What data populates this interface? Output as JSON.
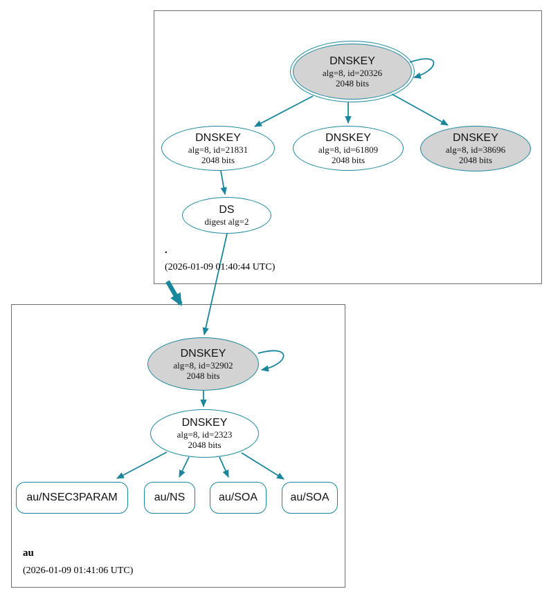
{
  "colors": {
    "edge_teal": "#19869c",
    "ksk_fill_gray": "#d3d3d3",
    "node_fill_white": "#ffffff",
    "zone_box_border": "#6b6b6b"
  },
  "zones": {
    "root": {
      "name": ".",
      "timestamp": "(2026-01-09 01:40:44 UTC)",
      "nodes": {
        "ksk": {
          "title": "DNSKEY",
          "line1": "alg=8, id=20326",
          "line2": "2048 bits"
        },
        "zsk1": {
          "title": "DNSKEY",
          "line1": "alg=8, id=21831",
          "line2": "2048 bits"
        },
        "zsk2": {
          "title": "DNSKEY",
          "line1": "alg=8, id=61809",
          "line2": "2048 bits"
        },
        "zsk3": {
          "title": "DNSKEY",
          "line1": "alg=8, id=38696",
          "line2": "2048 bits"
        },
        "ds": {
          "title": "DS",
          "line1": "digest alg=2"
        }
      }
    },
    "au": {
      "name": "au",
      "timestamp": "(2026-01-09 01:41:06 UTC)",
      "nodes": {
        "ksk": {
          "title": "DNSKEY",
          "line1": "alg=8, id=32902",
          "line2": "2048 bits"
        },
        "zsk": {
          "title": "DNSKEY",
          "line1": "alg=8, id=2323",
          "line2": "2048 bits"
        },
        "rrsets": [
          {
            "label": "au/NSEC3PARAM"
          },
          {
            "label": "au/NS"
          },
          {
            "label": "au/SOA"
          },
          {
            "label": "au/SOA"
          }
        ]
      }
    }
  }
}
